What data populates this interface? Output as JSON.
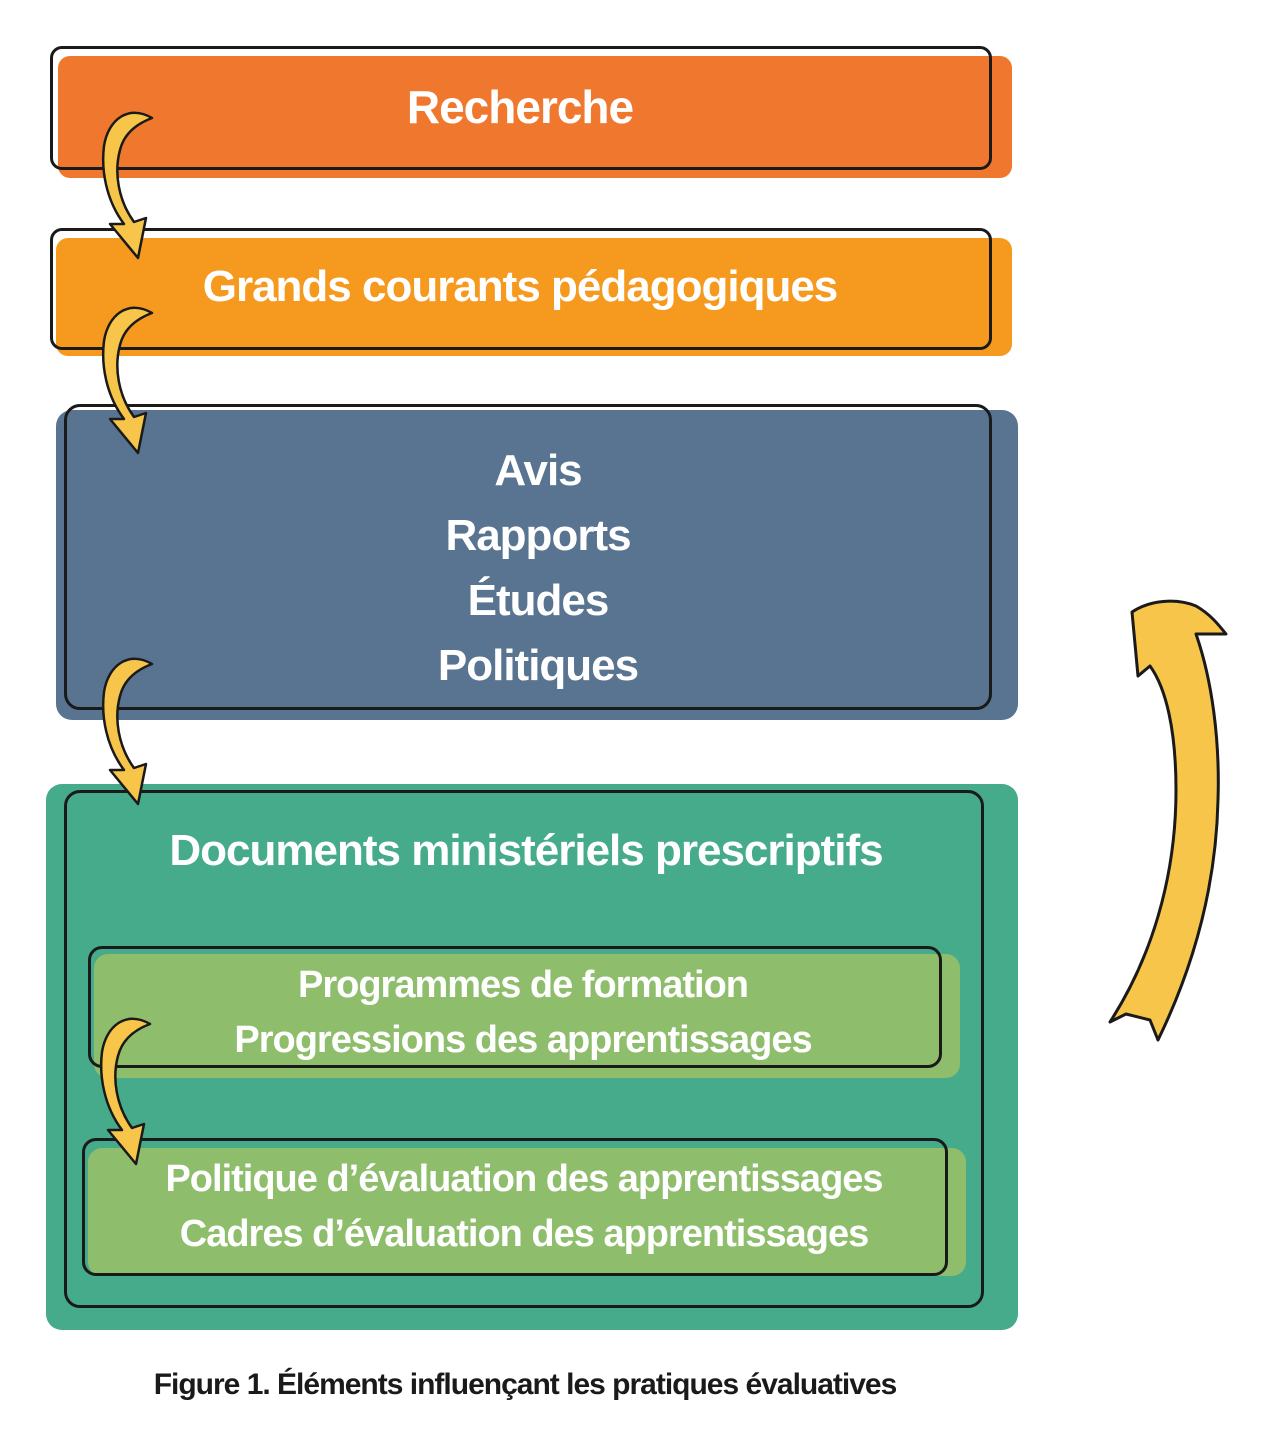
{
  "diagram": {
    "box_recherche": {
      "label": "Recherche",
      "color": "#F0772E"
    },
    "box_courants": {
      "label": "Grands courants pédagogiques",
      "color": "#F6991F"
    },
    "box_avis": {
      "lines": [
        "Avis",
        "Rapports",
        "Études",
        "Politiques"
      ],
      "color": "#587491"
    },
    "box_documents": {
      "label": "Documents ministériels prescriptifs",
      "color": "#45AB8B",
      "sub_box_programmes": {
        "lines": [
          "Programmes de formation",
          "Progressions des apprentissages"
        ],
        "color": "#8EBD6C"
      },
      "sub_box_politique": {
        "lines": [
          "Politique d’évaluation des apprentissages",
          "Cadres d’évaluation des apprentissages"
        ],
        "color": "#8EBD6C"
      }
    },
    "arrow_color": "#F7C54A",
    "outline_color": "#1a1a1a"
  },
  "caption": "Figure 1. Éléments influençant les pratiques évaluatives"
}
